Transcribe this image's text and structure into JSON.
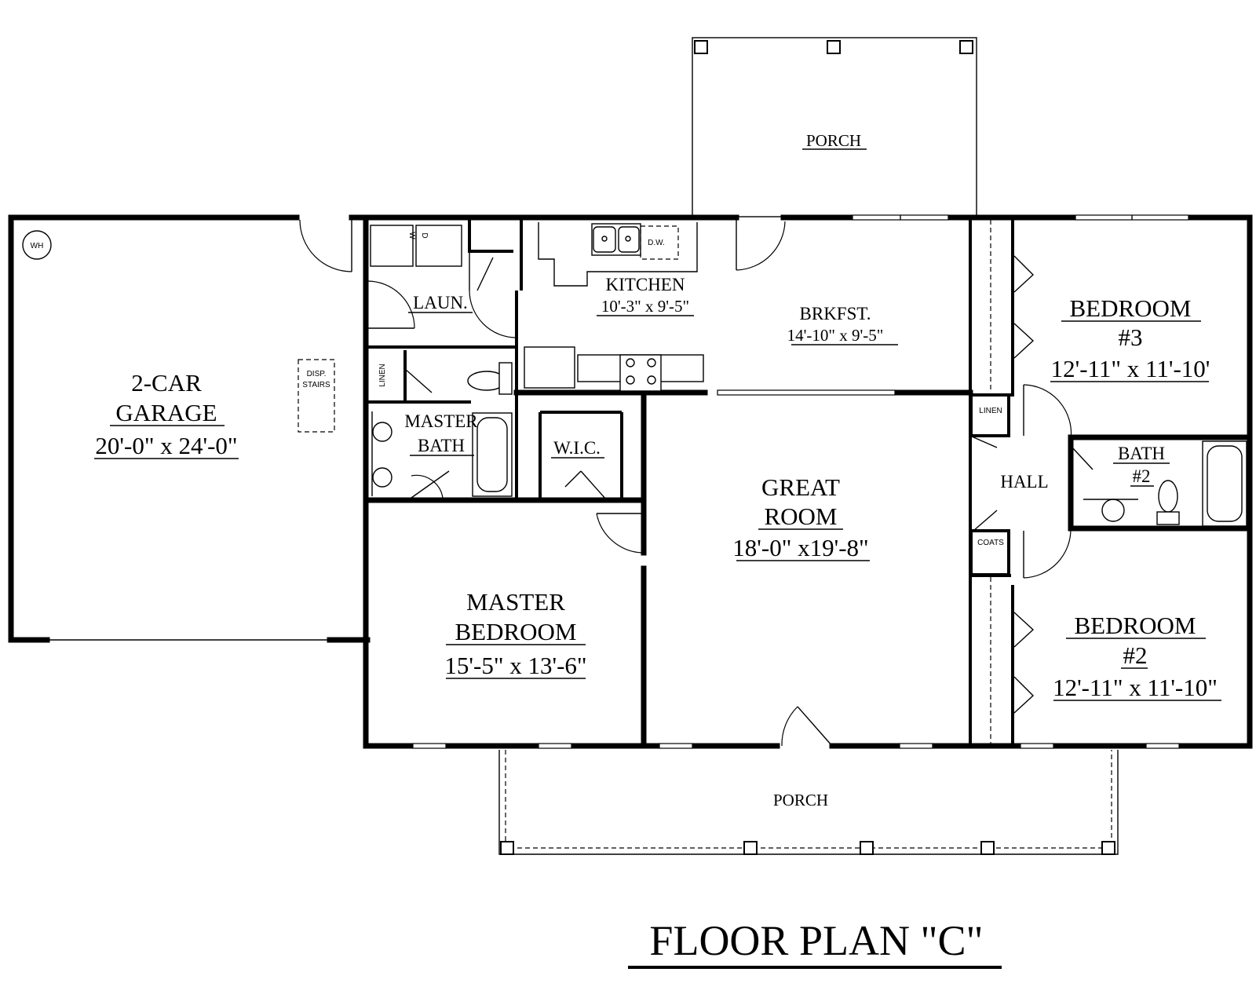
{
  "title": "FLOOR PLAN \"C\"",
  "rooms": {
    "porch_rear": {
      "name": "PORCH"
    },
    "garage": {
      "line1": "2-CAR",
      "line2": "GARAGE",
      "dims": "20'-0\" x 24'-0\""
    },
    "laundry": {
      "name": "LAUN."
    },
    "kitchen": {
      "name": "KITCHEN",
      "dims": "10'-3\" x 9'-5\""
    },
    "breakfast": {
      "name": "BRKFST.",
      "dims": "14'-10\" x 9'-5\""
    },
    "bedroom3": {
      "line1": "BEDROOM",
      "line2": "#3",
      "dims": "12'-11\" x 11'-10'"
    },
    "master_bath": {
      "line1": "MASTER",
      "line2": "BATH"
    },
    "wic": {
      "name": "W.I.C."
    },
    "great_room": {
      "line1": "GREAT",
      "line2": "ROOM",
      "dims": "18'-0\" x19'-8\""
    },
    "hall": {
      "name": "HALL"
    },
    "bath2": {
      "line1": "BATH",
      "line2": "#2"
    },
    "master_bedroom": {
      "line1": "MASTER",
      "line2": "BEDROOM",
      "dims": "15'-5\" x 13'-6\""
    },
    "bedroom2": {
      "line1": "BEDROOM",
      "line2": "#2",
      "dims": "12'-11\" x 11'-10\""
    },
    "porch_front": {
      "name": "PORCH"
    }
  },
  "fixtures": {
    "water_heater": "WH",
    "disp_stairs_1": "DISP.",
    "disp_stairs_2": "STAIRS",
    "washer": "W",
    "dryer": "D",
    "dishwasher": "D.W.",
    "linen_master": "LINEN",
    "linen_hall": "LINEN",
    "coats": "COATS"
  }
}
